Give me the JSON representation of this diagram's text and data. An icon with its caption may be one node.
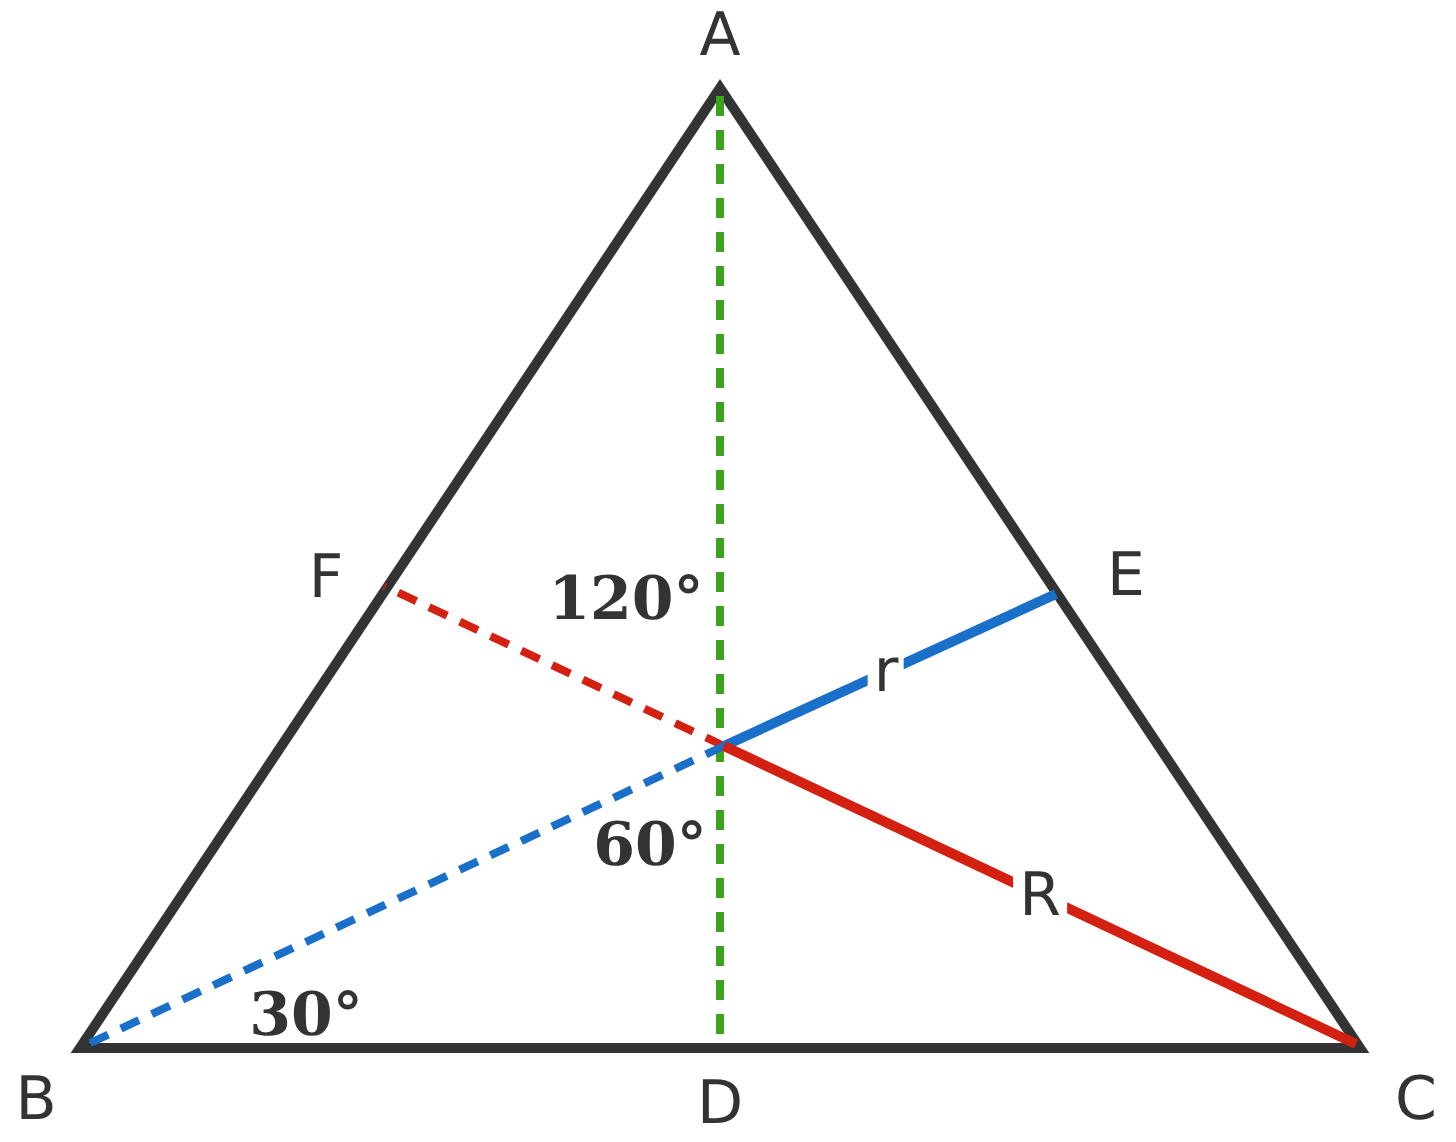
{
  "diagram": {
    "labels": [
      "A",
      "F",
      "E",
      "120°",
      "r",
      "60°",
      "R",
      "30°",
      "B",
      "D",
      "C"
    ]
  }
}
